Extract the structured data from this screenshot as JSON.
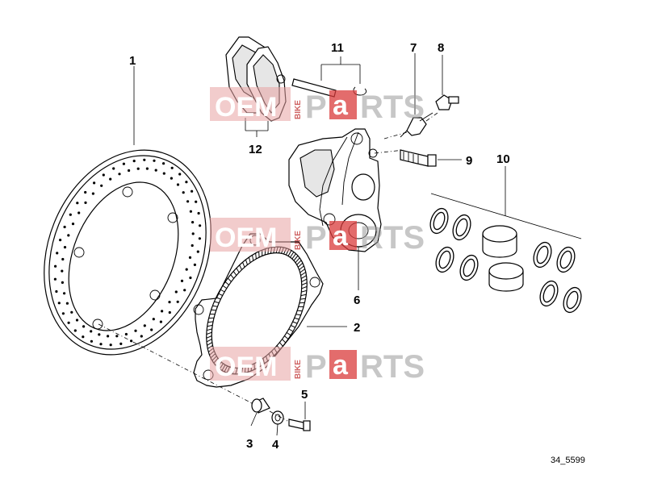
{
  "diagram": {
    "reference_code": "34_5599",
    "callouts": [
      {
        "id": "c1",
        "label": "1"
      },
      {
        "id": "c2",
        "label": "2"
      },
      {
        "id": "c3",
        "label": "3"
      },
      {
        "id": "c4",
        "label": "4"
      },
      {
        "id": "c5",
        "label": "5"
      },
      {
        "id": "c6",
        "label": "6"
      },
      {
        "id": "c7",
        "label": "7"
      },
      {
        "id": "c8",
        "label": "8"
      },
      {
        "id": "c9",
        "label": "9"
      },
      {
        "id": "c10",
        "label": "10"
      },
      {
        "id": "c11",
        "label": "11"
      },
      {
        "id": "c12",
        "label": "12"
      }
    ]
  },
  "watermark": {
    "brand_left": "OEM",
    "brand_vertical": "BIKE",
    "brand_p": "P",
    "brand_a": "a",
    "brand_rest": "RTS",
    "accent_color": "#d93b3b"
  }
}
